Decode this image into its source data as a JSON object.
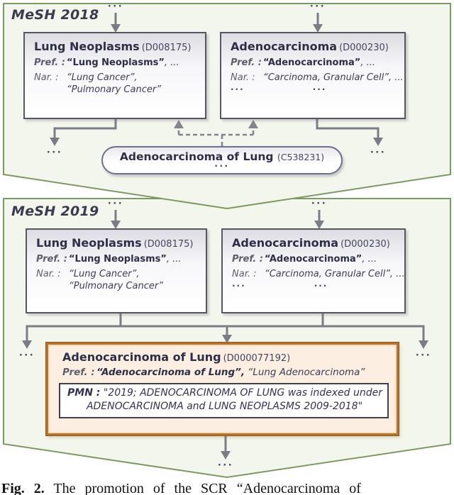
{
  "glyphs": {
    "dots": "···"
  },
  "colors": {
    "panel_fill": "#f3f6ec",
    "panel_border": "#7e9a63",
    "box_border": "#565661",
    "arrow_gray": "#7c7c86",
    "scr_border": "#b8722b",
    "scr_fill": "#fcefe2",
    "text_dark": "#32324a"
  },
  "panel2018": {
    "label": "MeSH 2018",
    "lung": {
      "title": "Lung Neoplasms",
      "id": "(D008175)",
      "pref_label": "Pref. :",
      "pref_strong": "“Lung Neoplasms”",
      "pref_rest": ", ...",
      "nar_label": "Nar. :",
      "nar_line1": "“Lung Cancer”,",
      "nar_line2": "“Pulmonary Cancer”"
    },
    "adeno": {
      "title": "Adenocarcinoma",
      "id": "(D000230)",
      "pref_label": "Pref. :",
      "pref_strong": "“Adenocarcinoma”",
      "pref_rest": ", ...",
      "nar_label": "Nar. :",
      "nar_line1": "“Carcinoma, Granular Cell”, ..."
    },
    "pill": {
      "title": "Adenocarcinoma of Lung",
      "id": "(C538231)"
    }
  },
  "panel2019": {
    "label": "MeSH 2019",
    "lung": {
      "title": "Lung Neoplasms",
      "id": "(D008175)",
      "pref_label": "Pref. :",
      "pref_strong": "“Lung Neoplasms”",
      "pref_rest": ", ...",
      "nar_label": "Nar. :",
      "nar_line1": "“Lung Cancer”,",
      "nar_line2": "“Pulmonary Cancer”"
    },
    "adeno": {
      "title": "Adenocarcinoma",
      "id": "(D000230)",
      "pref_label": "Pref. :",
      "pref_strong": "“Adenocarcinoma”",
      "pref_rest": ", ...",
      "nar_label": "Nar. :",
      "nar_line1": "“Carcinoma, Granular Cell”, ..."
    },
    "scr": {
      "title": "Adenocarcinoma of Lung",
      "id": "(D000077192)",
      "pref_label": "Pref. :",
      "pref_strong": "“Adenocarcinoma of Lung”,",
      "pref_rest": " “Lung Adenocarcinoma”",
      "pmn_label": "PMN :",
      "pmn_line1": "\"2019; ADENOCARCINOMA OF LUNG was indexed under",
      "pmn_line2": "ADENOCARCINOMA and LUNG NEOPLASMS 2009-2018\""
    }
  },
  "caption": {
    "fig_label": "Fig. 2.",
    "text": "The promotion of the SCR “Adenocarcinoma of"
  }
}
